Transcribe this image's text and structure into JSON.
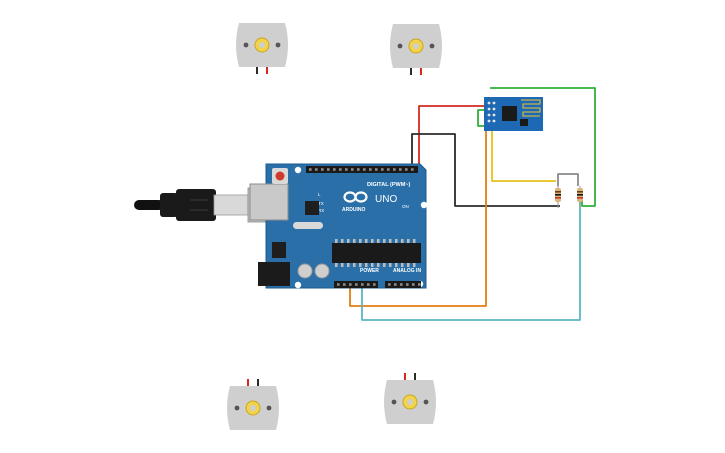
{
  "board": {
    "brand": "ARDUINO",
    "model": "UNO",
    "digital_header": "DIGITAL (PWM~)",
    "power_header": "POWER",
    "analog_header": "ANALOG IN",
    "tx_label": "TX",
    "rx_label": "RX",
    "on_label": "ON",
    "l_label": "L"
  },
  "colors": {
    "board": "#2a6fa8",
    "board_dark": "#1f5a8c",
    "wifi_module": "#1d69b3",
    "motor_body": "#cfcfcf",
    "motor_hub": "#f2d34a",
    "wire_red": "#d42a20",
    "wire_black": "#2b2b2b",
    "wire_green": "#2fb03a",
    "wire_yellow": "#e6c11c",
    "wire_orange": "#e67e12",
    "wire_cyan": "#59b8c2"
  },
  "components": {
    "motors_count": 4,
    "resistors_count": 2,
    "wifi_module": "ESP8266 (ESP-01)"
  }
}
